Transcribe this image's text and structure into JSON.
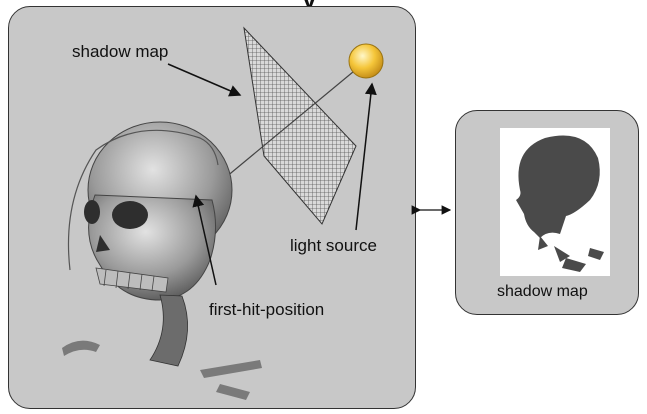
{
  "title_fragment": "y",
  "labels": {
    "shadow_map_top": "shadow map",
    "light_source": "light source",
    "first_hit": "first-hit-position",
    "shadow_map_side": "shadow map"
  },
  "colors": {
    "panel_fill": "#c8c8c8",
    "light_fill": "#f2c12e",
    "skull_tone": "#8a8a8a",
    "shadow_silhouette": "#4a4a4a"
  },
  "icons": [
    "light-source-sphere-icon",
    "skull-render-icon",
    "shadow-map-grid-icon",
    "shadow-silhouette-icon"
  ]
}
